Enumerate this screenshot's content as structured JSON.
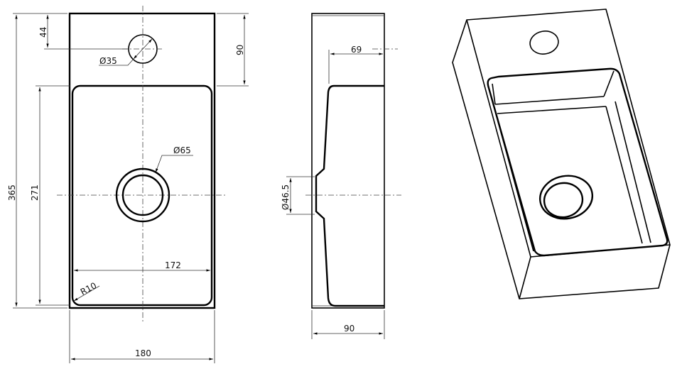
{
  "drawing": {
    "type": "technical drawing of rectangular wall-hung basin",
    "units": "mm",
    "line_color": "#000000",
    "background": "#ffffff"
  },
  "front_view": {
    "dimensions": {
      "overall_height": "365",
      "basin_height": "271",
      "tap_hole_offset": "44",
      "deck_depth": "90",
      "tap_hole_diameter": "Ø35",
      "drain_diameter": "Ø65",
      "basin_width": "172",
      "corner_radius": "R10",
      "overall_width": "180"
    }
  },
  "side_view": {
    "dimensions": {
      "basin_depth": "69",
      "drain_outlet_diameter": "Ø46.5",
      "overall_depth": "90"
    }
  },
  "isometric_view": {
    "label": "3D perspective of basin"
  }
}
